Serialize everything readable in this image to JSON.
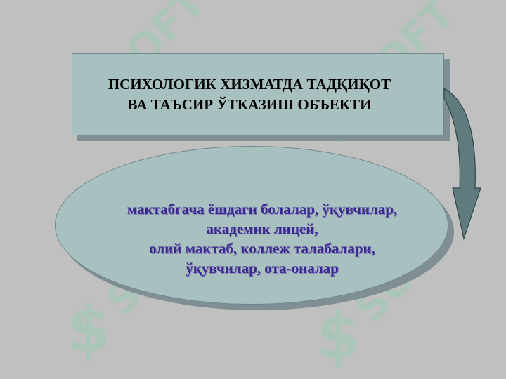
{
  "title": {
    "line1": "ПСИХОЛОГИК ХИЗМАТДА ТАДҚИҚОТ",
    "line2": "ВА ТАЪСИР ЎТКАЗИШ ОБЪЕКТИ"
  },
  "ellipse": {
    "lines": [
      "мактабгача ёшдаги болалар, ўқувчилар,",
      "академик лицей,",
      "олий мактаб, коллеж талабалари,",
      "ўқувчилар, ота-оналар"
    ]
  },
  "watermark": {
    "text": "SOFT",
    "color": "#5fd9a0"
  },
  "colors": {
    "background": "#c0c0c0",
    "shape_fill": "#a9c0c0",
    "shape_shadow": "#7f8f93",
    "title_text": "#000000",
    "ellipse_text": "#3a2a8c",
    "arrow_fill": "#5f7b7e"
  }
}
